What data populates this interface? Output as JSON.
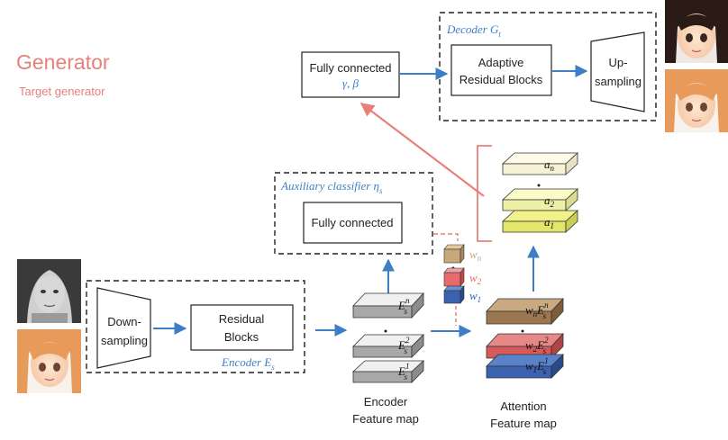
{
  "title": "Generator",
  "subtitle": "Target generator",
  "decoder": {
    "label": "Decoder G",
    "label_sub": "t",
    "adaptive_line1": "Adaptive",
    "adaptive_line2": "Residual Blocks",
    "upsampling_line1": "Up-",
    "upsampling_line2": "sampling"
  },
  "fully_connected_top": {
    "line1": "Fully connected",
    "line2": "γ, β"
  },
  "auxiliary": {
    "label": "Auxiliary classifier η",
    "label_sub": "s",
    "box_label": "Fully connected"
  },
  "encoder": {
    "label": "Encoder E",
    "label_sub": "s",
    "downsampling_line1": "Down-",
    "downsampling_line2": "sampling",
    "residual_line1": "Residual",
    "residual_line2": "Blocks"
  },
  "encoder_feature_map": {
    "caption_line1": "Encoder",
    "caption_line2": "Feature map",
    "layers": [
      "E",
      "E",
      "E"
    ],
    "layer_sups": [
      "n",
      "2",
      "1"
    ],
    "layer_subs": [
      "s",
      "s",
      "s"
    ]
  },
  "attention_feature_map": {
    "caption_line1": "Attention",
    "caption_line2": "Feature map",
    "layers": [
      {
        "w": "w",
        "w_sub": "n",
        "e_sup": "n",
        "color": "#a07a55"
      },
      {
        "w": "w",
        "w_sub": "2",
        "e_sup": "2",
        "color": "#d65a5a"
      },
      {
        "w": "w",
        "w_sub": "1",
        "e_sup": "1",
        "color": "#3a62b0"
      }
    ]
  },
  "weights": [
    {
      "label": "w",
      "sub": "n",
      "color": "#c8a878"
    },
    {
      "label": "w",
      "sub": "2",
      "color": "#e86a6a"
    },
    {
      "label": "w",
      "sub": "1",
      "color": "#3a62b0"
    }
  ],
  "attention_vectors": [
    {
      "label": "a",
      "sub": "n"
    },
    {
      "label": "a",
      "sub": "2"
    },
    {
      "label": "a",
      "sub": "1"
    }
  ],
  "colors": {
    "accent_blue": "#3d7fc7",
    "salmon": "#e8807a"
  },
  "images": [
    {
      "name": "source-photo-grayscale"
    },
    {
      "name": "source-anime-orange-hair"
    },
    {
      "name": "output-anime-dark-hair"
    },
    {
      "name": "output-anime-orange-hair"
    }
  ]
}
